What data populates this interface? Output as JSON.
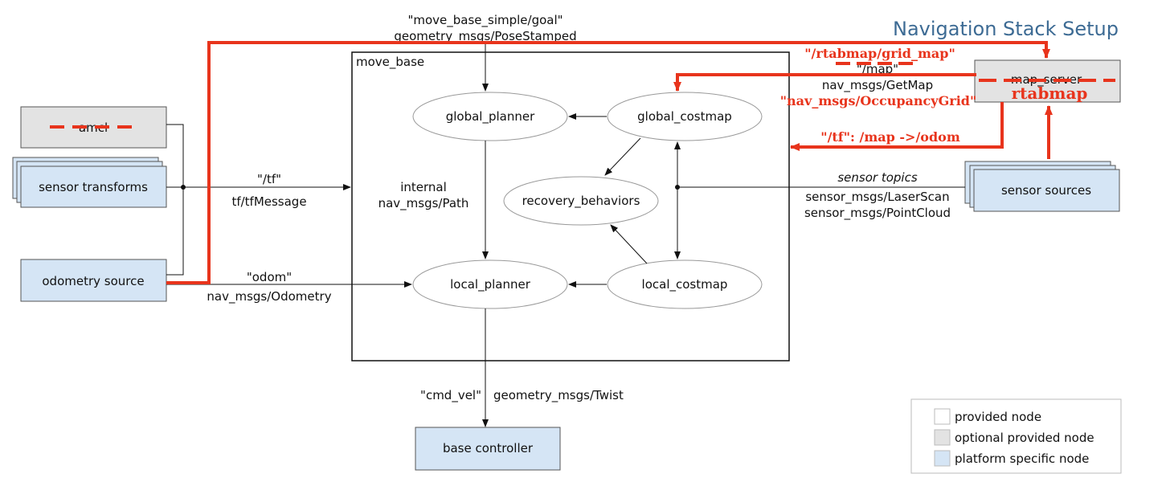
{
  "title": "Navigation Stack Setup",
  "container_label": "move_base",
  "nodes": {
    "amcl": "amcl",
    "sensor_transforms": "sensor transforms",
    "odometry_source": "odometry source",
    "map_server": "map_server",
    "sensor_sources": "sensor sources",
    "base_controller": "base controller",
    "global_planner": "global_planner",
    "global_costmap": "global_costmap",
    "recovery_behaviors": "recovery_behaviors",
    "local_planner": "local_planner",
    "local_costmap": "local_costmap"
  },
  "edge_labels": {
    "goal_topic": "\"move_base_simple/goal\"",
    "goal_type": "geometry_msgs/PoseStamped",
    "tf_topic": "\"/tf\"",
    "tf_type": "tf/tfMessage",
    "odom_topic": "\"odom\"",
    "odom_type": "nav_msgs/Odometry",
    "internal": "internal",
    "path_type": "nav_msgs/Path",
    "map_topic": "\"/map\"",
    "map_service": "nav_msgs/GetMap",
    "sensor_topics": "sensor topics",
    "laserscan": "sensor_msgs/LaserScan",
    "pointcloud": "sensor_msgs/PointCloud",
    "cmd_vel": "\"cmd_vel\"",
    "twist": "geometry_msgs/Twist"
  },
  "annotations": {
    "grid_map": "\"/rtabmap/grid_map\"",
    "occupancy_grid": "\"nav_msgs/OccupancyGrid\"",
    "rtabmap": "rtabmap",
    "tf_map_odom": "\"/tf\": /map ->/odom"
  },
  "legend": {
    "provided": "provided node",
    "optional": "optional provided node",
    "platform": "platform specific node"
  },
  "colors": {
    "platform_fill": "#d5e5f5",
    "optional_fill": "#e3e3e3",
    "provided_fill": "#ffffff",
    "annotation_red": "#e8341c",
    "title_blue": "#3d6b94"
  }
}
